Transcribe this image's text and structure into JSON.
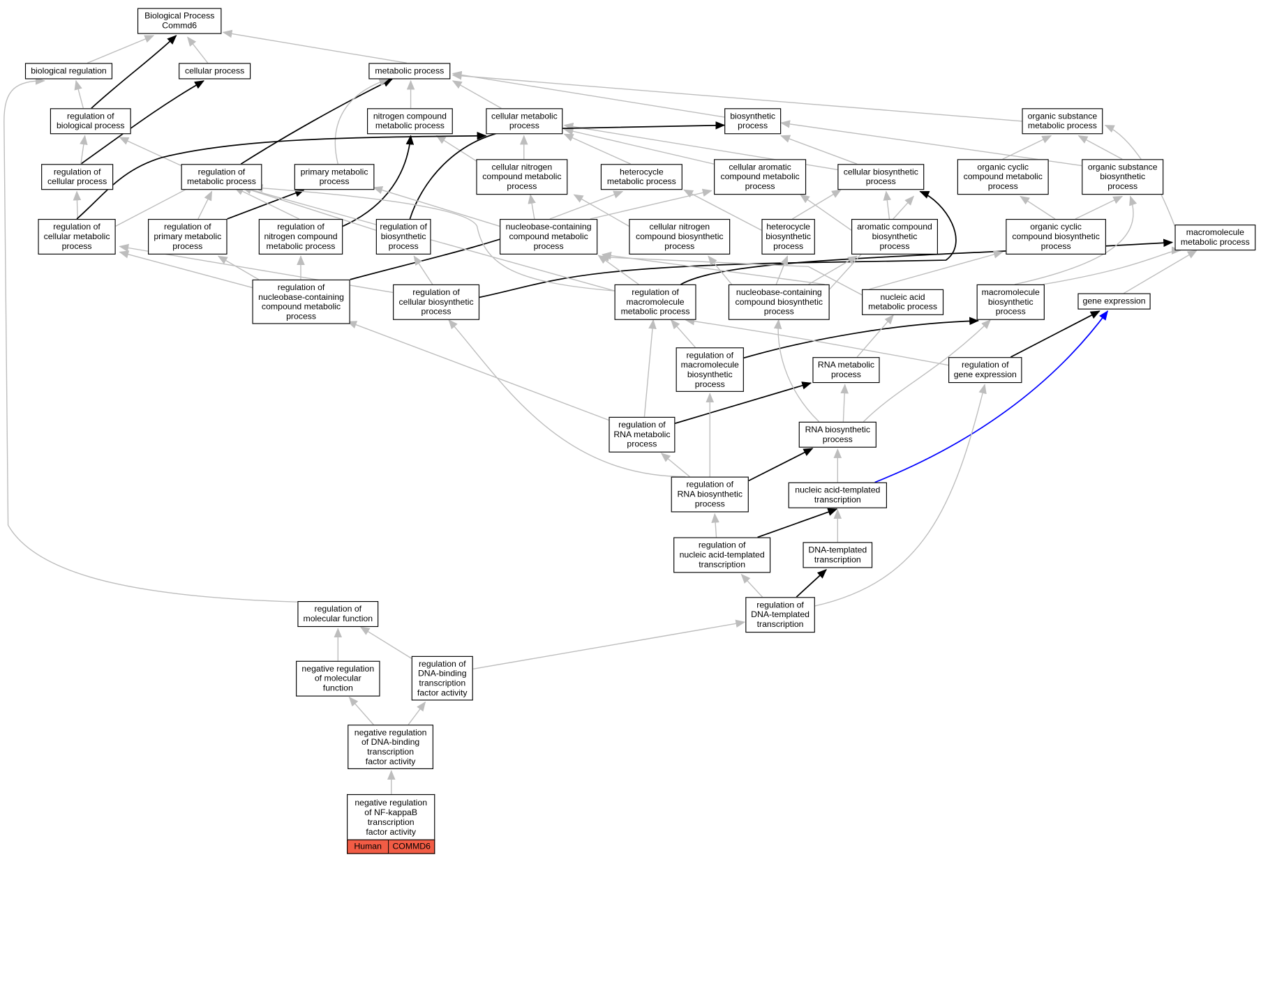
{
  "colors": {
    "edge_default": "#bdbdbd",
    "edge_highlight": "#000000",
    "edge_expression": "#0000ff",
    "tag_fill": "#f25c45"
  },
  "nodes": {
    "bp": "Biological Process\nCommd6",
    "br": "biological regulation",
    "cp": "cellular process",
    "mp": "metabolic process",
    "rbp": "regulation of\nbiological process",
    "ncmp": "nitrogen compound\nmetabolic process",
    "cmp": "cellular metabolic\nprocess",
    "bsp": "biosynthetic\nprocess",
    "osmp": "organic substance\nmetabolic process",
    "rcp": "regulation of\ncellular process",
    "rmp": "regulation of\nmetabolic process",
    "pmp": "primary metabolic\nprocess",
    "cncmp": "cellular nitrogen\ncompound metabolic\nprocess",
    "hmp": "heterocycle\nmetabolic process",
    "camp": "cellular aromatic\ncompound metabolic\nprocess",
    "cbp": "cellular biosynthetic\nprocess",
    "occmp": "organic cyclic\ncompound metabolic\nprocess",
    "osbp": "organic substance\nbiosynthetic\nprocess",
    "rcmp": "regulation of\ncellular metabolic\nprocess",
    "rpmp": "regulation of\nprimary metabolic\nprocess",
    "rncmp": "regulation of\nnitrogen compound\nmetabolic process",
    "rbsp": "regulation of\nbiosynthetic\nprocess",
    "nbcmp": "nucleobase-containing\ncompound metabolic\nprocess",
    "cncbp": "cellular nitrogen\ncompound biosynthetic\nprocess",
    "hbp": "heterocycle\nbiosynthetic\nprocess",
    "acbp": "aromatic compound\nbiosynthetic\nprocess",
    "occbp": "organic cyclic\ncompound biosynthetic\nprocess",
    "mmp": "macromolecule\nmetabolic process",
    "rnbcmp": "regulation of\nnucleobase-containing\ncompound metabolic\nprocess",
    "rcbp": "regulation of\ncellular biosynthetic\nprocess",
    "rmmp": "regulation of\nmacromolecule\nmetabolic process",
    "nbcbp": "nucleobase-containing\ncompound biosynthetic\nprocess",
    "namp": "nucleic acid\nmetabolic process",
    "mbp": "macromolecule\nbiosynthetic\nprocess",
    "ge": "gene expression",
    "rmbp": "regulation of\nmacromolecule\nbiosynthetic\nprocess",
    "rnamp": "RNA metabolic\nprocess",
    "rge": "regulation of\ngene expression",
    "rrnamp": "regulation of\nRNA metabolic\nprocess",
    "rnabp": "RNA biosynthetic\nprocess",
    "rrnabp": "regulation of\nRNA biosynthetic\nprocess",
    "natt": "nucleic acid-templated\ntranscription",
    "rnatt": "regulation of\nnucleic acid-templated\ntranscription",
    "dtt": "DNA-templated\ntranscription",
    "rmf": "regulation of\nmolecular function",
    "rdtt": "regulation of\nDNA-templated\ntranscription",
    "nrmf": "negative regulation\nof molecular\nfunction",
    "rdbtfa": "regulation of\nDNA-binding\ntranscription\nfactor activity",
    "nrdbtfa": "negative regulation\nof DNA-binding\ntranscription\nfactor activity",
    "nrnfkb": "negative regulation\nof NF-kappaB\ntranscription\nfactor activity"
  },
  "leaf_tags": {
    "species": "Human",
    "gene": "COMMD6"
  }
}
